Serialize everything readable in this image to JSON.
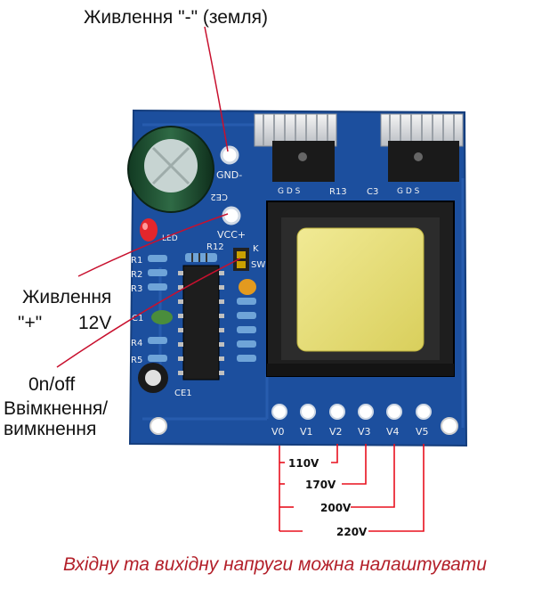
{
  "labels": {
    "ground": "Живлення \"-\" (земля)",
    "plus_line1": "Живлення",
    "plus_line2_a": "\"+\"",
    "plus_line2_b": "12V",
    "switch_line1": "0n/off",
    "switch_line2": "Ввімкнення/",
    "switch_line3": "вимкнення"
  },
  "board_silkscreen": {
    "gnd": "GND-",
    "vcc": "VCC+",
    "k": "K",
    "sw": "SW",
    "led": "LED",
    "r12": "R12",
    "r13": "R13",
    "c3": "C3",
    "ce2": "CE2",
    "ce1": "CE1",
    "c1": "C1",
    "r1": "R1",
    "r2": "R2",
    "r3": "R3",
    "r4": "R4",
    "r5": "R5",
    "gds_left": "G D S",
    "gds_right": "G D S",
    "taps": [
      "V0",
      "V1",
      "V2",
      "V3",
      "V4",
      "V5"
    ]
  },
  "voltages": [
    "110V",
    "170V",
    "200V",
    "220V"
  ],
  "caption": "Вхідну та вихідну напруги можна налаштувати",
  "colors": {
    "board": "#1c4f9e",
    "leader_line": "#c8102e",
    "voltage_line": "#e8101e",
    "caption": "#b3202a",
    "transformer_tape": "#e8e07a"
  }
}
